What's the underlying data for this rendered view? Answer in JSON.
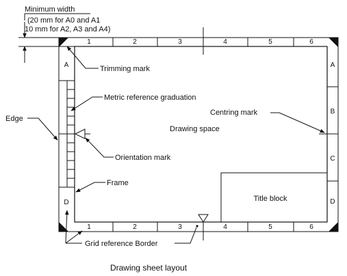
{
  "minimum_width": {
    "title": "Minimum width",
    "line1": "(20 mm for A0 and A1",
    "line2": "10 mm for A2, A3 and A4)"
  },
  "labels": {
    "trimming_mark": "Trimming mark",
    "metric_reference_graduation": "Metric reference graduation",
    "edge": "Edge",
    "centring_mark": "Centring mark",
    "drawing_space": "Drawing space",
    "orientation_mark": "Orientation mark",
    "frame": "Frame",
    "title_block": "Title block",
    "grid_reference_border": "Grid reference Border"
  },
  "grid_columns": [
    "1",
    "2",
    "3",
    "4",
    "5",
    "6"
  ],
  "grid_rows_left": [
    "A",
    "D"
  ],
  "grid_rows_right": [
    "A",
    "B",
    "C",
    "D"
  ],
  "caption": "Drawing sheet layout"
}
